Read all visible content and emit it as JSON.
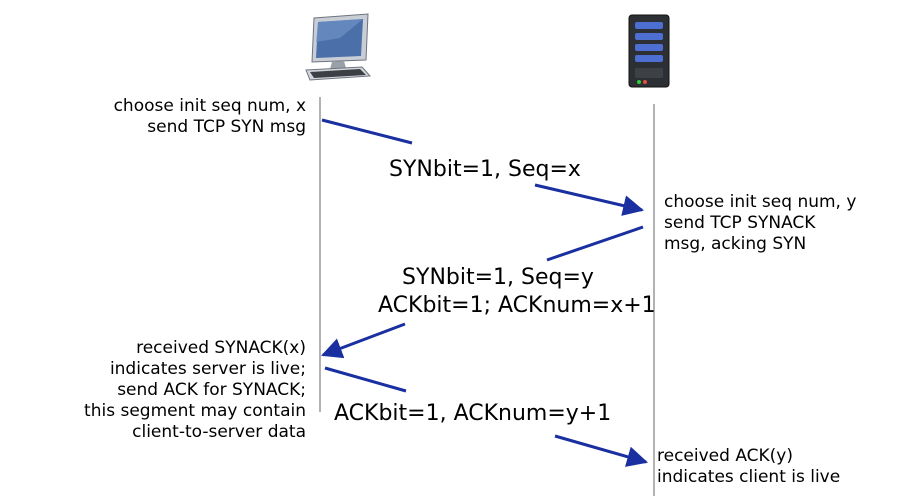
{
  "colors": {
    "arrow": "#1a2fa0",
    "timeline": "#999999",
    "text": "#000000"
  },
  "devices": {
    "client_icon": "desktop-computer-icon",
    "server_icon": "server-tower-icon"
  },
  "client_notes": {
    "init": [
      "choose init seq num, x",
      "send TCP SYN msg"
    ],
    "synack_received": [
      "received SYNACK(x)",
      "indicates server is live;",
      "send ACK for SYNACK;",
      "this segment may contain",
      "client-to-server data"
    ]
  },
  "server_notes": {
    "init": [
      "choose init seq num, y",
      "send TCP SYNACK",
      "msg, acking SYN"
    ],
    "ack_received": [
      "received ACK(y)",
      "indicates client is live"
    ]
  },
  "messages": {
    "syn": [
      "SYNbit=1, Seq=x"
    ],
    "synack": [
      "SYNbit=1, Seq=y",
      "ACKbit=1; ACKnum=x+1"
    ],
    "ack": [
      "ACKbit=1, ACKnum=y+1"
    ]
  }
}
